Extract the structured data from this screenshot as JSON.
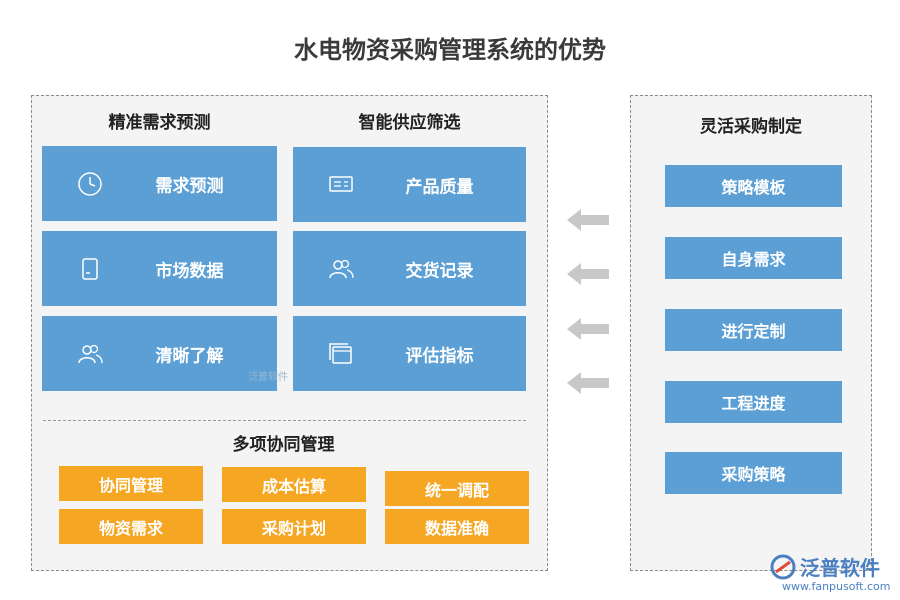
{
  "title": "水电物资采购管理系统的优势",
  "left_panel": {
    "col1_title": "精准需求预测",
    "col2_title": "智能供应筛选",
    "col1_items": [
      {
        "label": "需求预测",
        "icon": "clock-icon"
      },
      {
        "label": "市场数据",
        "icon": "tablet-icon"
      },
      {
        "label": "清晰了解",
        "icon": "people-icon"
      }
    ],
    "col2_items": [
      {
        "label": "产品质量",
        "icon": "monitor-icon"
      },
      {
        "label": "交货记录",
        "icon": "users-icon"
      },
      {
        "label": "评估指标",
        "icon": "windows-icon"
      }
    ],
    "bottom_title": "多项协同管理",
    "bottom_items": [
      "协同管理",
      "成本估算",
      "统一调配",
      "物资需求",
      "采购计划",
      "数据准确"
    ]
  },
  "right_panel": {
    "title": "灵活采购制定",
    "items": [
      "策略模板",
      "自身需求",
      "进行定制",
      "工程进度",
      "采购策略"
    ]
  },
  "watermark": "泛普软件",
  "logo": {
    "text": "泛普软件",
    "url": "www.fanpusoft.com"
  },
  "colors": {
    "blue": "#5b9fd4",
    "orange": "#f5a623",
    "arrow": "#c8c8c8"
  }
}
